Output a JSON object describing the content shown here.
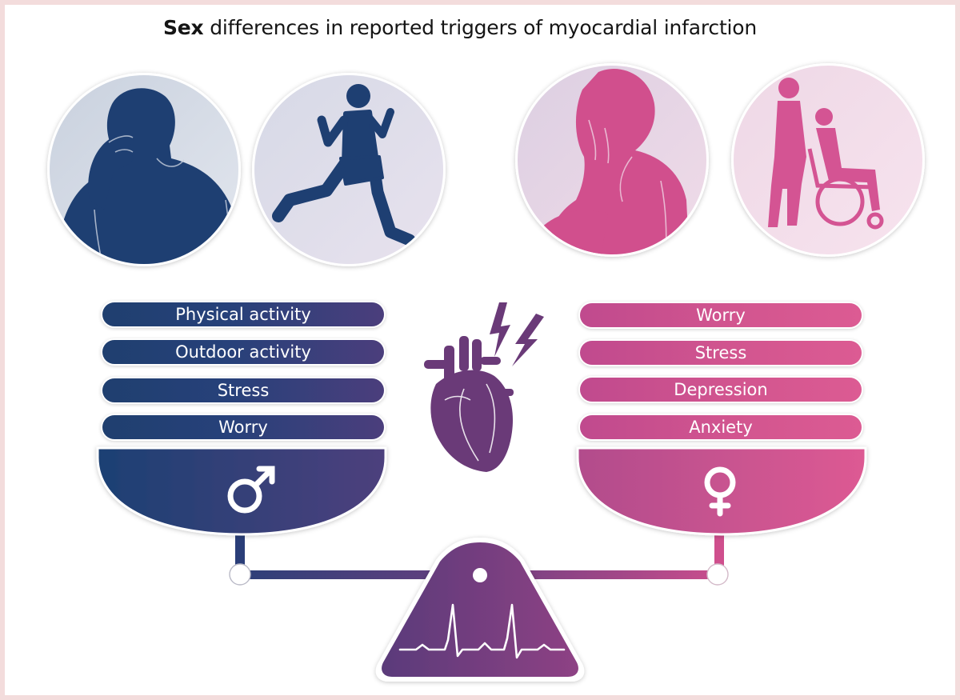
{
  "title": {
    "bold": "Sex",
    "rest": " differences in reported triggers of myocardial infarction"
  },
  "men": {
    "symbol": "♂",
    "triggers": [
      "Physical activity",
      "Outdoor activity",
      "Stress",
      "Worry"
    ]
  },
  "women": {
    "symbol": "♀",
    "triggers": [
      "Worry",
      "Stress",
      "Depression",
      "Anxiety"
    ]
  },
  "colors": {
    "male": "#1e3f72",
    "female": "#d64f8f",
    "central": "#6a3a78",
    "male_circle_bg": "#d2d9e4",
    "female_circle_bg": "#f0d2e2"
  },
  "icons": {
    "men_images": [
      "stressed-man-icon",
      "running-man-icon"
    ],
    "women_images": [
      "crying-woman-icon",
      "caregiver-wheelchair-icon"
    ],
    "center": [
      "heart-icon",
      "lightning-icon"
    ],
    "fulcrum": "ecg-line-icon"
  }
}
